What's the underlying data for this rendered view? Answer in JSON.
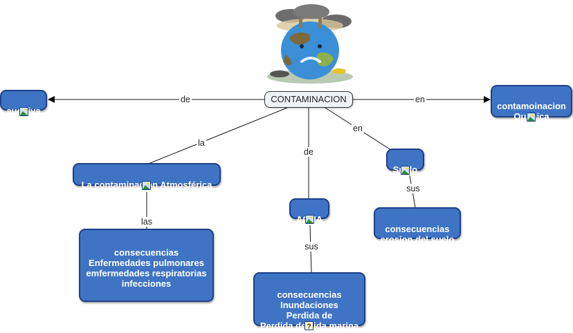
{
  "map": {
    "root": {
      "label": "CONTAMINACION",
      "bg": "#eef3f6"
    },
    "image": {
      "icon": "polluted-earth-illustration"
    },
    "node_colors": {
      "fill": "#3f74c4",
      "border": "#1f3f86",
      "text": "#ffffff"
    },
    "nodes": [
      {
        "id": "auditiva",
        "label": "auditiva",
        "icon": "image-resource-icon"
      },
      {
        "id": "quimica",
        "label": "contamoinacion\nQuímica",
        "icon": "image-resource-icon"
      },
      {
        "id": "atmosferica",
        "label": "La contaminación Atmosférica",
        "icon": "image-resource-icon"
      },
      {
        "id": "agua",
        "label": "AGUA",
        "icon": "image-resource-icon"
      },
      {
        "id": "suelo",
        "label": "Suelo",
        "icon": "image-resource-icon"
      },
      {
        "id": "cons_atm",
        "label": "consecuencias\nEnfermedades pulmonares\nemfermedades respiratorias\ninfecciones"
      },
      {
        "id": "cons_agua",
        "label": "consecuencias\nInundaciones\nPerdida de\nPerdida de vida marina",
        "icon": "document-resource-icon"
      },
      {
        "id": "cons_suelo",
        "label": "consecuencias\nerosion del suelo"
      }
    ],
    "links": [
      {
        "from": "CONTAMINACION",
        "to": "auditiva",
        "label": "de",
        "arrow": true
      },
      {
        "from": "CONTAMINACION",
        "to": "contamoinacion Química",
        "label": "en",
        "arrow": true
      },
      {
        "from": "CONTAMINACION",
        "to": "La contaminación Atmosférica",
        "label": "la"
      },
      {
        "from": "CONTAMINACION",
        "to": "AGUA",
        "label": "de"
      },
      {
        "from": "CONTAMINACION",
        "to": "Suelo",
        "label": "en"
      },
      {
        "from": "La contaminación Atmosférica",
        "to": "consecuencias (atm)",
        "label": "las"
      },
      {
        "from": "AGUA",
        "to": "consecuencias (agua)",
        "label": "sus"
      },
      {
        "from": "Suelo",
        "to": "consecuencias (suelo)",
        "label": "sus"
      }
    ]
  }
}
